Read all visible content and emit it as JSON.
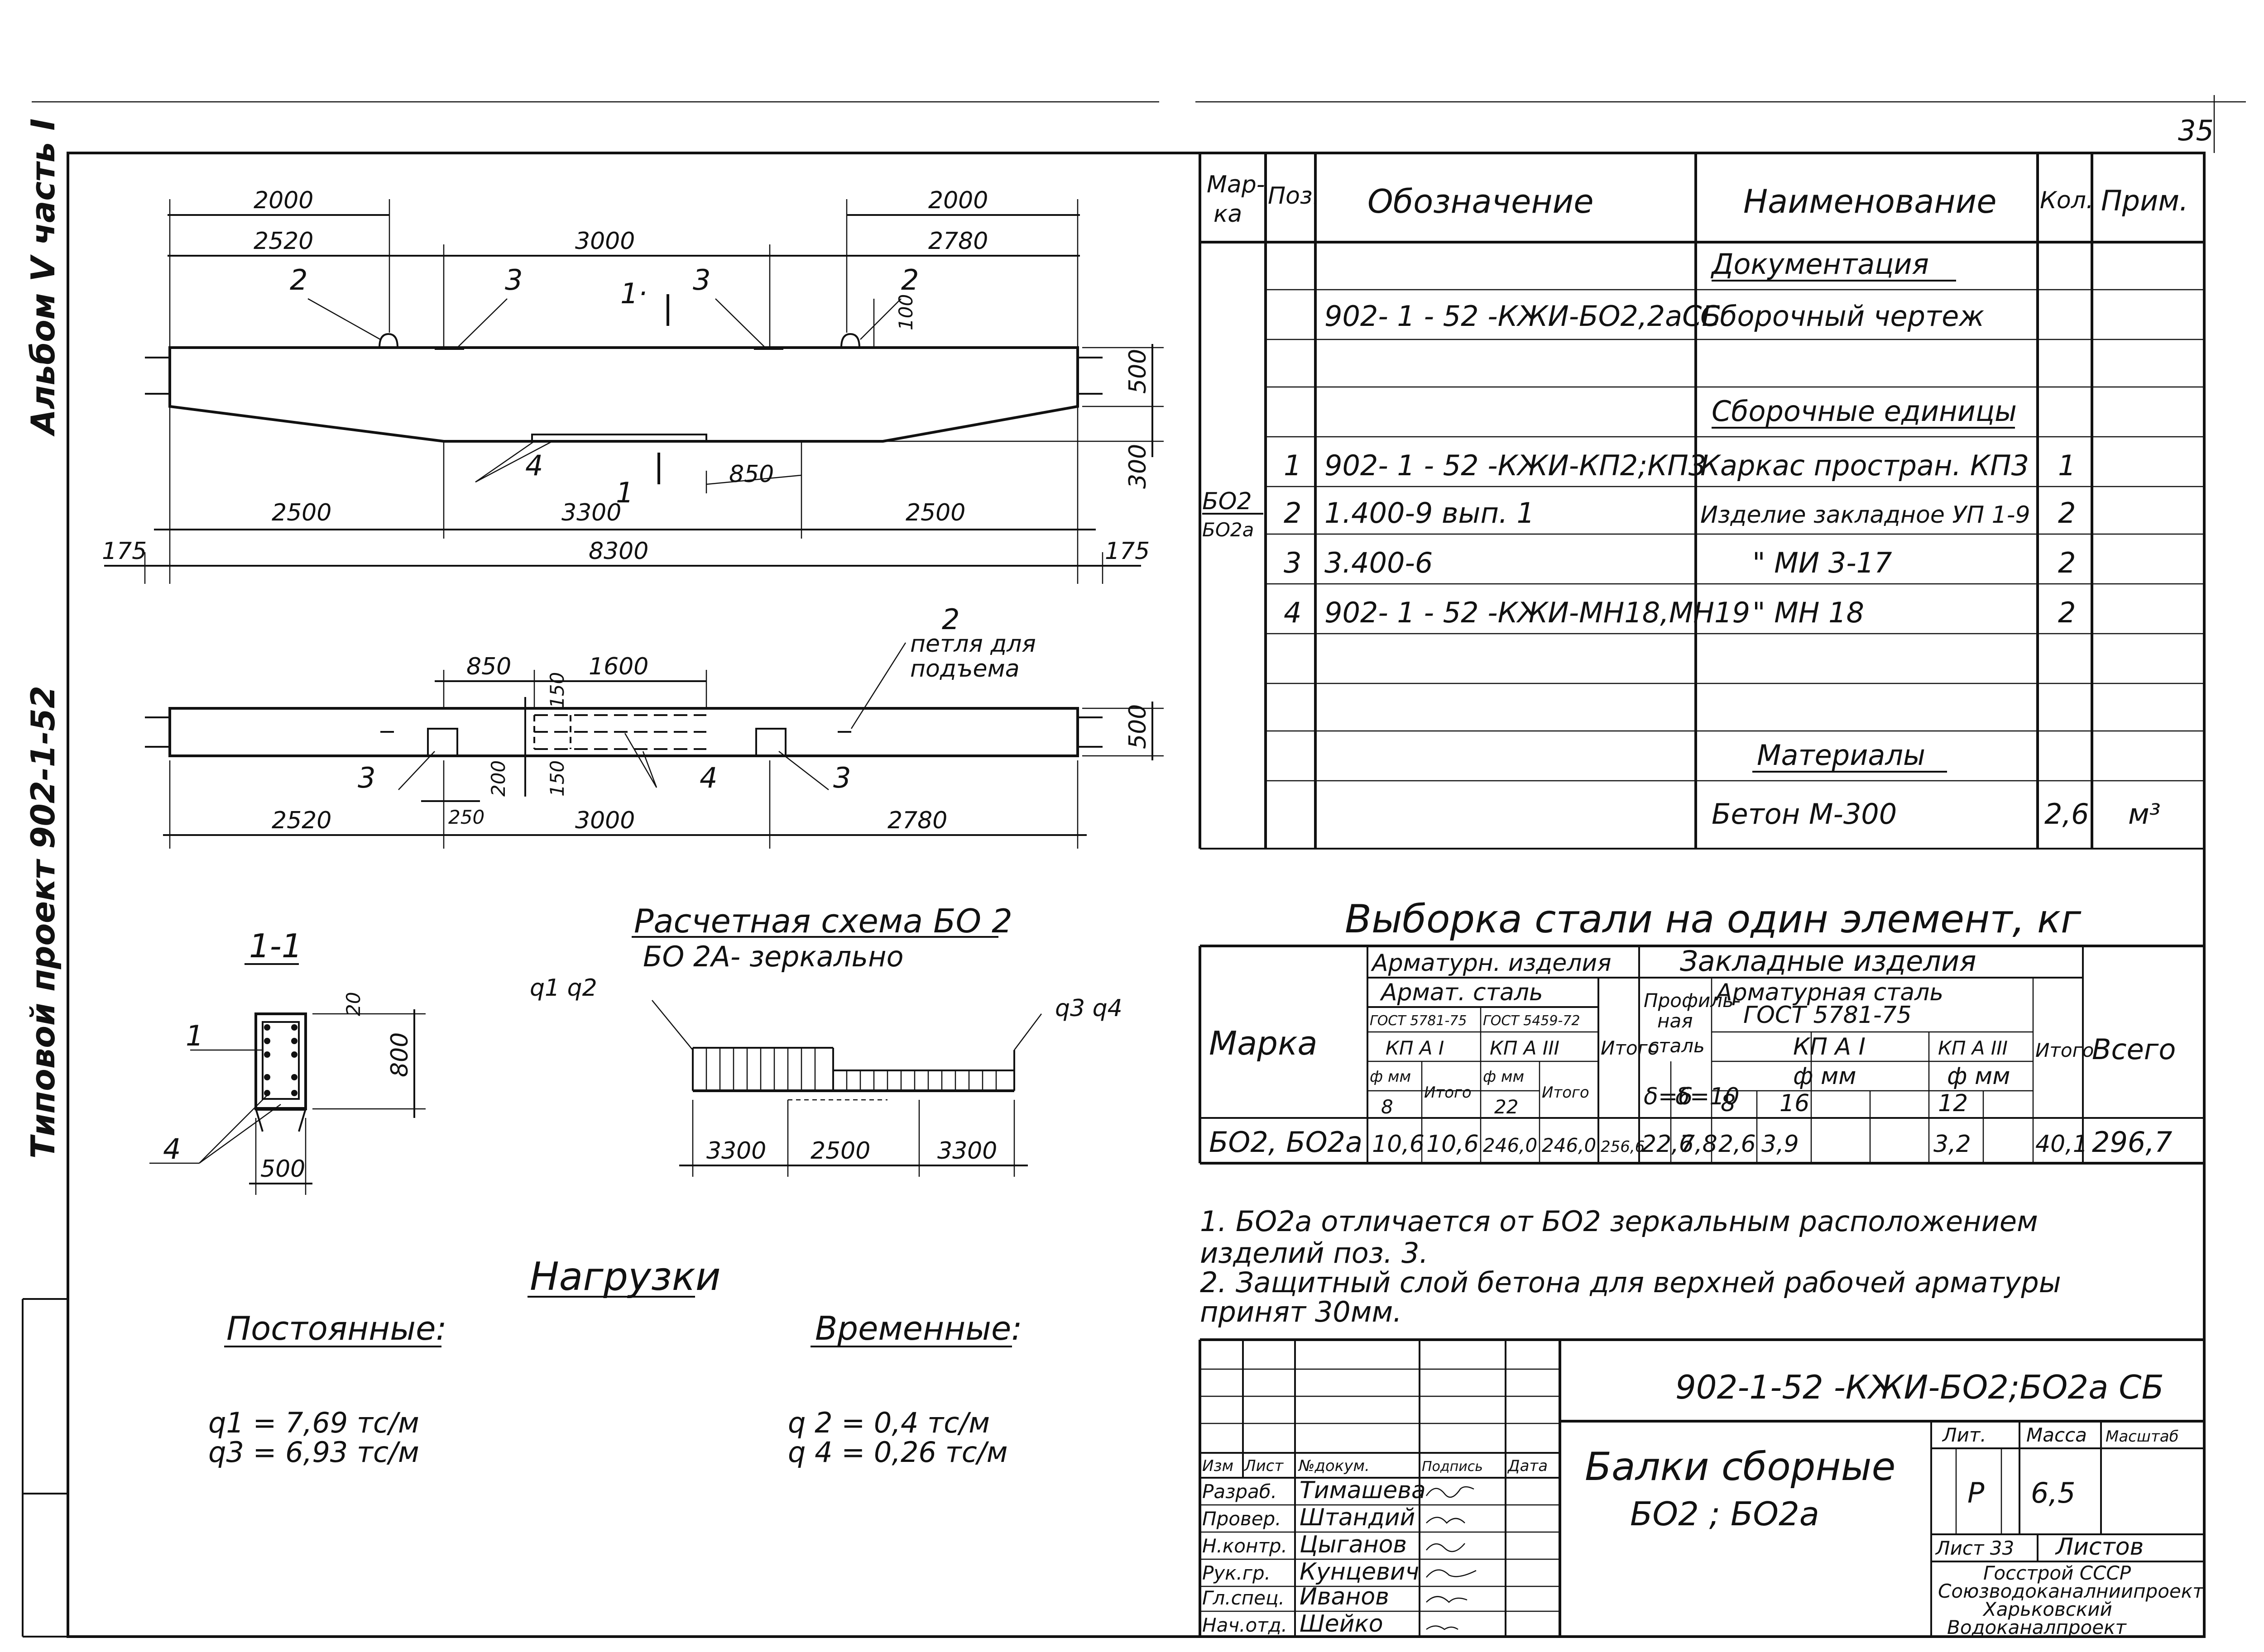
{
  "album_label": "Альбом V часть I",
  "project_label": "Типовой проект 902-1-52",
  "sheet_corner": "35",
  "elevation": {
    "dim_top_left": "2000",
    "dim_top_right": "2000",
    "dim_seg_left": "2520",
    "dim_seg_mid": "3000",
    "dim_seg_right": "2780",
    "dim_low_left": "2500",
    "dim_low_mid": "3300",
    "dim_low_right": "2500",
    "dim_overall": "8300",
    "dim_end_left": "175",
    "dim_end_right": "175",
    "dim_850": "850",
    "dim_height_top": "500",
    "dim_height_bottom": "300",
    "dim_100": "100",
    "callout_2": "2",
    "callout_3": "3",
    "callout_4": "4",
    "section_mark": "1",
    "section_mark_alt": "1·"
  },
  "plan": {
    "dim_850": "850",
    "dim_1600": "1600",
    "dim_150": "150",
    "dim_200": "200",
    "dim_250": "250",
    "dim_2520": "2520",
    "dim_3000": "3000",
    "dim_2780": "2780",
    "dim_500": "500",
    "callout_2": "2",
    "loop_note_line1": "петля для",
    "loop_note_line2": "подъема",
    "callout_3": "3",
    "callout_4": "4"
  },
  "section": {
    "title": "1-1",
    "dim_20": "20",
    "dim_800": "800",
    "dim_500": "500",
    "callout_1": "1",
    "callout_4": "4"
  },
  "scheme": {
    "title": "Расчетная схема БО 2",
    "subtitle": "БО 2А- зеркально",
    "load_left": "q1 q2",
    "load_right": "q3 q4",
    "dim_left": "3300",
    "dim_mid": "2500",
    "dim_right": "3300"
  },
  "loads": {
    "title": "Нагрузки",
    "permanent_title": "Постоянные:",
    "temporary_title": "Временные:",
    "q1": "q1 = 7,69 тс/м",
    "q3": "q3 = 6,93 тс/м",
    "q2": "q 2 = 0,4 тс/м",
    "q4": "q 4 = 0,26 тс/м"
  },
  "spec_table": {
    "headers": {
      "mark": "Мар-ка",
      "pos": "Поз.",
      "designation": "Обозначение",
      "name": "Наименование",
      "qty": "Кол.",
      "note": "Прим."
    },
    "mark_value": "БО2\nБО2а",
    "section_docs": "Документация",
    "section_units": "Сборочные единицы",
    "section_materials": "Материалы",
    "rows": [
      {
        "pos": "",
        "designation": "902- 1 - 52   -КЖИ-БО2,2аСБ",
        "name": "Сборочный чертеж",
        "qty": "",
        "note": ""
      },
      {
        "pos": "1",
        "designation": "902- 1 - 52   -КЖИ-КП2;КП3",
        "name": "Каркас простран. КП3",
        "qty": "1",
        "note": ""
      },
      {
        "pos": "2",
        "designation": "1.400-9          вып. 1",
        "name": "Изделие закладное УП 1-9",
        "qty": "2",
        "note": ""
      },
      {
        "pos": "3",
        "designation": "3.400-6",
        "name": "\"           МИ 3-17",
        "qty": "2",
        "note": ""
      },
      {
        "pos": "4",
        "designation": "902- 1 - 52  -КЖИ-МН18,МН19",
        "name": "\"            МН 18",
        "qty": "2",
        "note": ""
      }
    ],
    "material": {
      "name": "Бетон    М-300",
      "qty": "2,6",
      "note": "м³"
    }
  },
  "steel": {
    "title": "Выборка стали на один элемент, кг",
    "h_mark": "Марка",
    "h_arm": "Арматурн. изделия",
    "h_arm_steel": "Армат. сталь",
    "h_gost1": "ГОСТ 5781-75",
    "h_gost2": "ГОСТ 5459-72",
    "h_kp_ai": "КП А I",
    "h_kp_aiii": "КП А III",
    "h_phi_mm": "ф мм",
    "h_itogo": "Итого",
    "h_embed": "Закладные  изделия",
    "h_profile": "Профиль-ная сталь",
    "h_arm_steel2": "Арматурная сталь ГОСТ 5781-75",
    "h_kp_ai2": "КП А I",
    "h_kp_aiii2": "КП А III",
    "h_d6": "δ=6",
    "h_d10": "δ=10",
    "h_total": "Всего",
    "d8": "8",
    "d22": "22",
    "d8b": "8",
    "d16": "16",
    "d12": "12",
    "row": {
      "mark": "БО2, БО2а",
      "v1": "10,6",
      "v2": "10,6",
      "v3": "246,0",
      "v4": "246,0",
      "v5": "256,6",
      "v6": "22,6",
      "v7": "7,8",
      "v8": "2,6",
      "v9": "3,9",
      "v10": "3,2",
      "v11": "40,1",
      "v12": "296,7"
    }
  },
  "notes": {
    "n1_a": "1. БО2а  отличается   от  БО2  зеркальным  расположением",
    "n1_b": "    изделий  поз. 3.",
    "n2_a": "2. Защитный  слой  бетона  для  верхней  рабочей  арматуры",
    "n2_b": "    принят  30мм."
  },
  "title_block": {
    "code": "902-1-52   -КЖИ-БО2;БО2а СБ",
    "name_line1": "Балки сборные",
    "name_line2": "БО2 ; БО2а",
    "h_izm": "Изм",
    "h_list": "Лист",
    "h_doc": "№докум.",
    "h_sign": "Подпись",
    "h_date": "Дата",
    "roles": [
      "Разраб.",
      "Провер.",
      "Н.контр.",
      "Рук.гр.",
      "Гл.спец.",
      "Нач.отд."
    ],
    "people": [
      "Тимашева",
      "Штандий",
      "Цыганов",
      "Кунцевич",
      "Иванов",
      "Шейко"
    ],
    "h_lit": "Лит.",
    "h_mass": "Масса",
    "h_scale": "Масштаб",
    "lit": "Р",
    "mass": "6,5",
    "sheet": "Лист 33",
    "sheets": "Листов",
    "org1": "Госстрой  СССР",
    "org2": "Союзводоканалниипроект",
    "org3": "Харьковский",
    "org4": "Водоканалпроект"
  },
  "colors": {
    "ink": "#111111",
    "paper": "#ffffff"
  }
}
